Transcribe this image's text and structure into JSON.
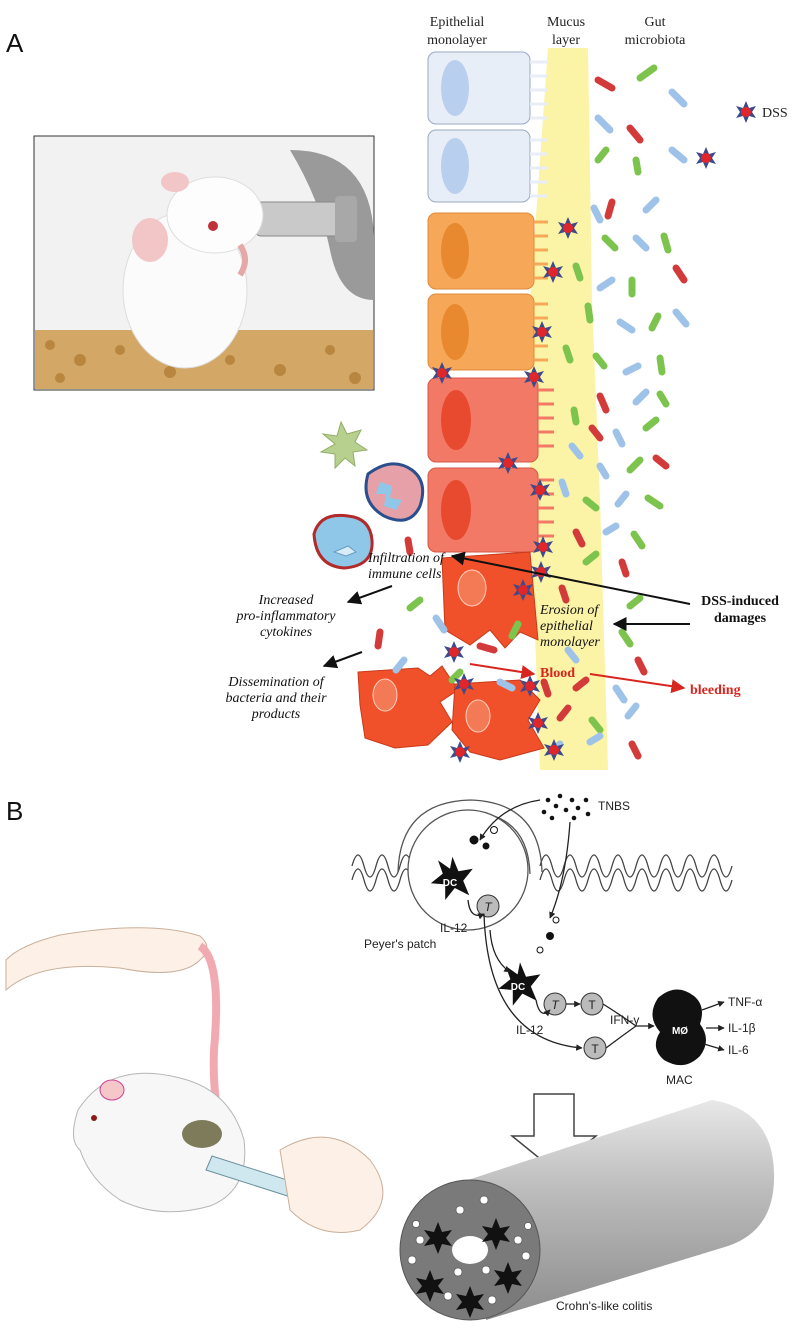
{
  "panel_a": {
    "letter": "A",
    "header_epithelial": [
      "Epithelial",
      "monolayer"
    ],
    "header_mucus": [
      "Mucus",
      "layer"
    ],
    "header_microbiota": [
      "Gut",
      "microbiota"
    ],
    "dss_legend": "DSS",
    "infiltration": [
      "Infiltration of",
      "immune cells"
    ],
    "cytokines": [
      "Increased",
      "pro-inflammatory",
      "cytokines"
    ],
    "dissemination": [
      "Dissemination of",
      "bacteria and their",
      "products"
    ],
    "erosion": [
      "Erosion of",
      "epithelial",
      "monolayer"
    ],
    "damages": [
      "DSS-induced",
      "damages"
    ],
    "blood": "Blood",
    "bleeding": "bleeding",
    "colors": {
      "epithelial_healthy": "#e8eef8",
      "epithelial_mild": "#f6a858",
      "epithelial_moderate": "#f27966",
      "epithelial_severe": "#f0502a",
      "mucus": "#fbf3a6",
      "bacteria_red": "#d33b3b",
      "bacteria_green": "#7cc44e",
      "bacteria_blue": "#9fc3e8",
      "arrow_red": "#d8261f"
    }
  },
  "panel_b": {
    "letter": "B",
    "tnbs": "TNBS",
    "dc": "DC",
    "t_cell": "T",
    "il12": "IL-12",
    "peyers_patch": "Peyer's patch",
    "ifn": "IFN-γ",
    "mac_inner": "MØ",
    "mac": "MAC",
    "tnf": "TNF-α",
    "il1b": "IL-1β",
    "il6": "IL-6",
    "crohns": "Crohn's-like colitis"
  }
}
